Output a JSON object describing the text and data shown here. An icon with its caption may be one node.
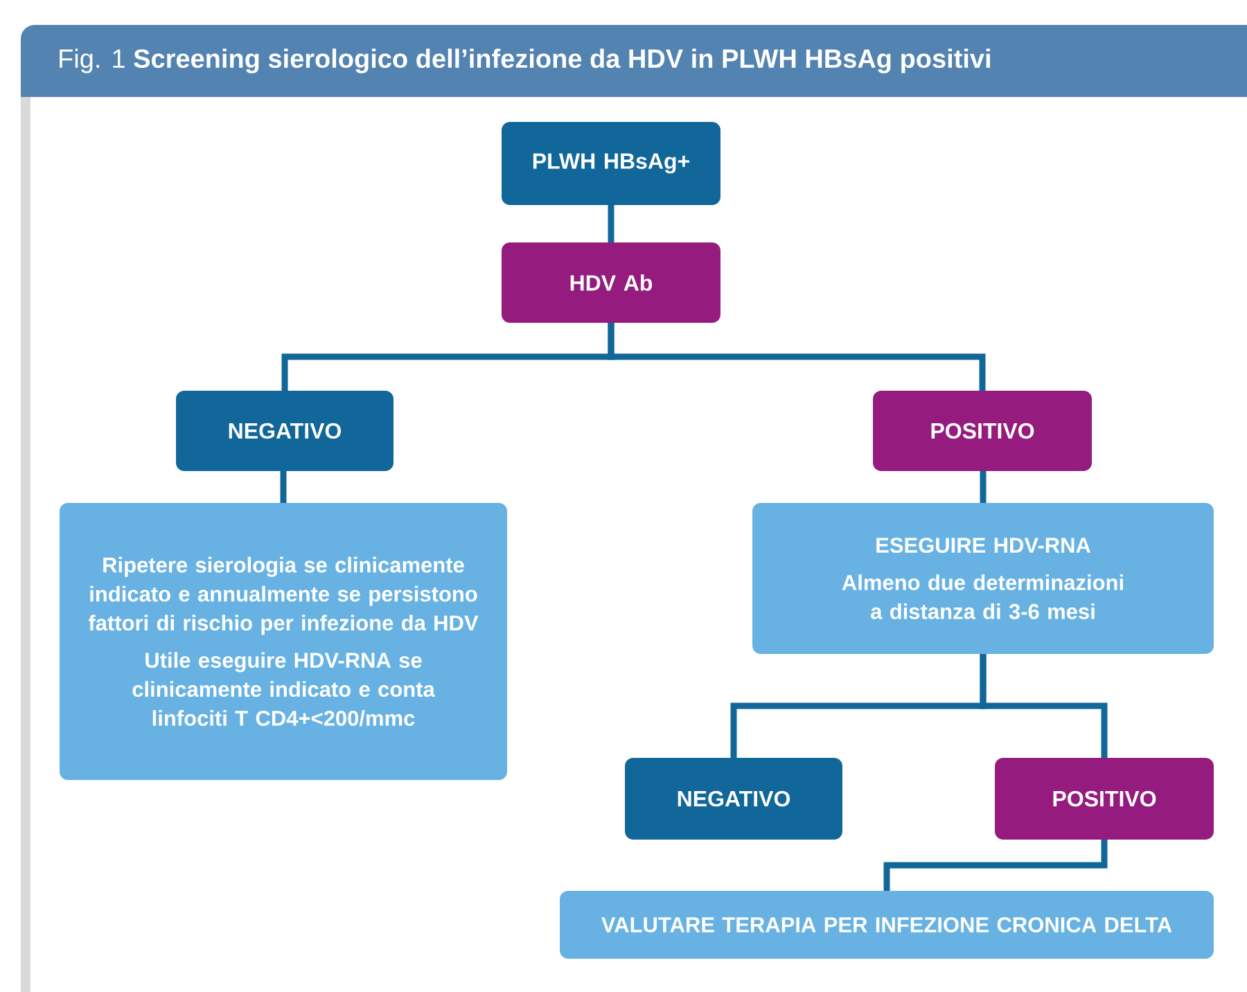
{
  "diagram": {
    "title": "Fig. 1 **Screening sierologico dell’infezione da HDV in PLWH HBsAg positivi**",
    "nodes": [
      {
        "text": [
          "PLWH HBsAg+"
        ]
      },
      {
        "text": [
          "HDV Ab"
        ]
      },
      {
        "text": [
          "NEGATIVO"
        ]
      },
      {
        "text": [
          "POSITIVO"
        ]
      },
      {
        "text": [
          "Ripetere sierologia se clinicamente indicato e annualmente se persistono fattori di rischio per infezione da HDV",
          "Utile eseguire HDV-RNA se clinicamente indicato e conta linfociti T CD4+<200/mmc"
        ]
      },
      {
        "text": [
          "ESEGUIRE HDV-RNA",
          "Almeno due determinazioni a distanza di 3-6 mesi"
        ]
      },
      {
        "text": [
          "NEGATIVO"
        ]
      },
      {
        "text": [
          "POSITIVO"
        ]
      },
      {
        "text": [
          "VALUTARE TERAPIA PER INFEZIONE CRONICA DELTA"
        ]
      }
    ],
    "edges": [
      {
        "from": 0,
        "to": 1,
        "arrow": "none"
      },
      {
        "from": 1,
        "to": 2,
        "arrow": "none"
      },
      {
        "from": 1,
        "to": 3,
        "arrow": "none"
      },
      {
        "from": 2,
        "to": 4,
        "arrow": "none"
      },
      {
        "from": 3,
        "to": 5,
        "arrow": "none"
      },
      {
        "from": 5,
        "to": 6,
        "arrow": "none"
      },
      {
        "from": 5,
        "to": 7,
        "arrow": "none"
      },
      {
        "from": 7,
        "to": 8,
        "arrow": "none"
      }
    ]
  }
}
